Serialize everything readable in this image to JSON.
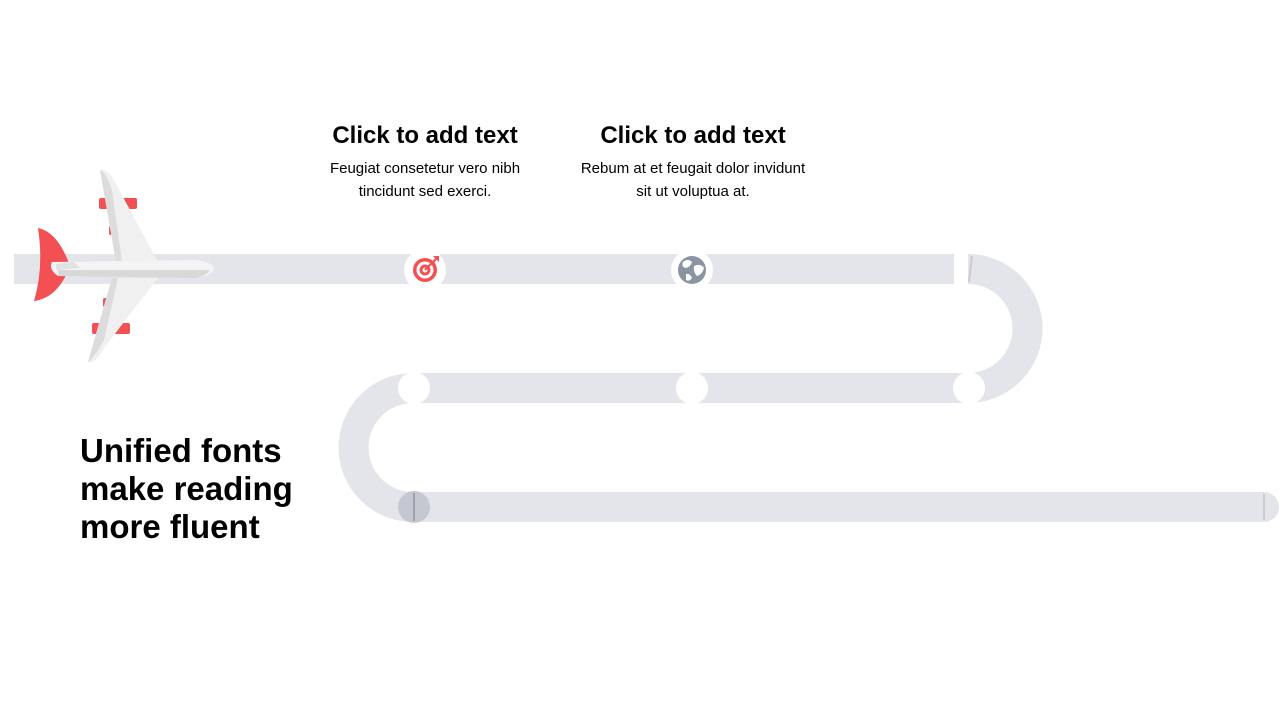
{
  "timeline": {
    "items": [
      {
        "title": "Click to add text",
        "body": "Feugiat consetetur vero nibh tincidunt sed exerci.",
        "icon": "target-icon"
      },
      {
        "title": "Click to add text",
        "body": "Rebum at et feugait dolor invidunt sit ut voluptua at.",
        "icon": "globe-icon"
      }
    ]
  },
  "headline": {
    "lines": [
      "Unified fonts",
      "make reading",
      "more fluent"
    ]
  },
  "colors": {
    "road": "#e4e5ea",
    "accent": "#f25052",
    "icon_gray": "#8b94a3",
    "text": "#000000"
  }
}
